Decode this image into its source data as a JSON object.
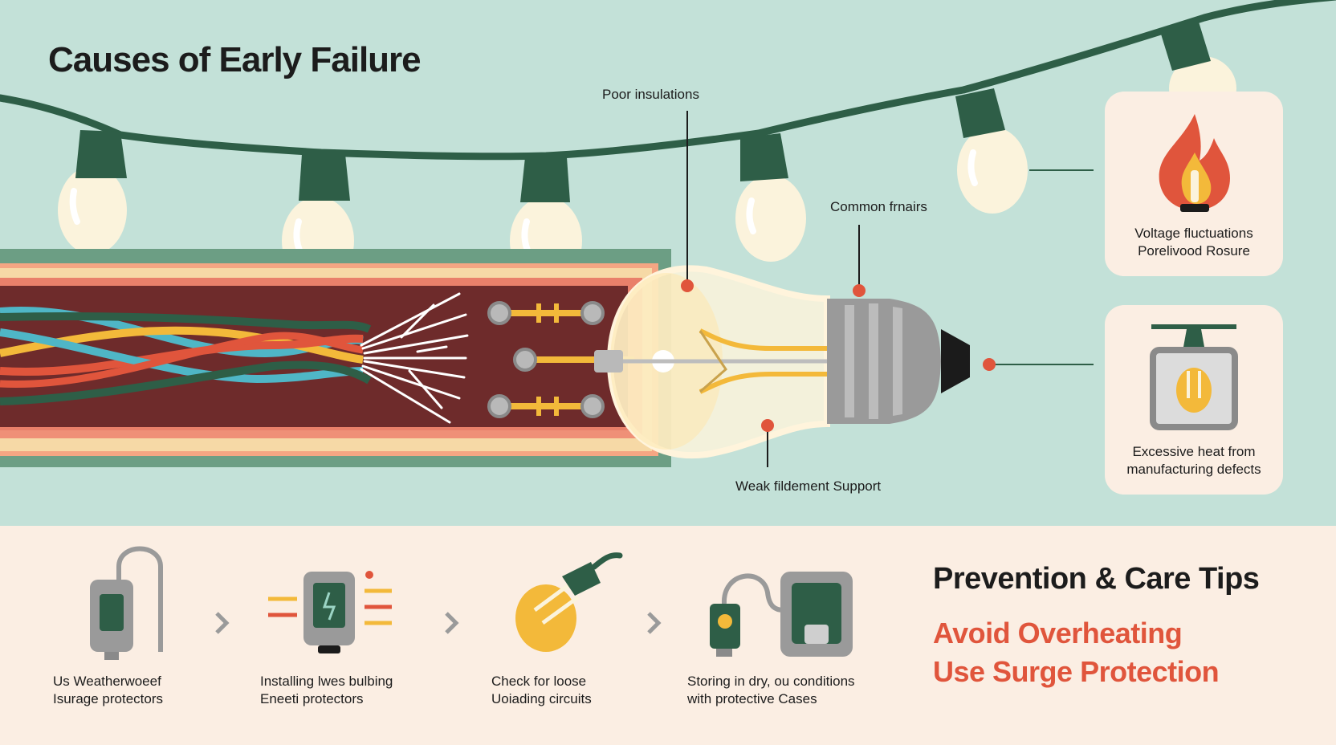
{
  "title": "Causes of Early Failure",
  "callouts": {
    "poor_insulation": "Poor insulations",
    "common_failures": "Common frnairs",
    "weak_filament": "Weak fildement Support"
  },
  "cards": [
    {
      "icon": "flame-icon",
      "lines": [
        "Voltage fluctuations",
        "Porelivood Rosure"
      ]
    },
    {
      "icon": "heat-lamp-icon",
      "lines": [
        "Excessive heat from",
        "manufacturing defects"
      ]
    }
  ],
  "tips": [
    {
      "icon": "weatherproof-plug-icon",
      "lines": [
        "Us Weatherwoeef",
        "Isurage protectors"
      ]
    },
    {
      "icon": "surge-protector-icon",
      "lines": [
        "Installing lwes bulbing",
        "Eneeti protectors"
      ]
    },
    {
      "icon": "loose-bulb-icon",
      "lines": [
        "Check for loose",
        "Uoiading circuits"
      ]
    },
    {
      "icon": "storage-case-icon",
      "lines": [
        "Storing in dry, ou conditions",
        "with protective Cases"
      ]
    }
  ],
  "prevention": {
    "heading": "Prevention & Care Tips",
    "items": [
      "Avoid Overheating",
      "Use Surge Protection"
    ]
  },
  "colors": {
    "background": "#c3e1d8",
    "panel": "#fbeee3",
    "cord": "#2e5e47",
    "accent_red": "#e0553c",
    "accent_yellow": "#f3b93a",
    "bulb": "#fbf3dc"
  }
}
